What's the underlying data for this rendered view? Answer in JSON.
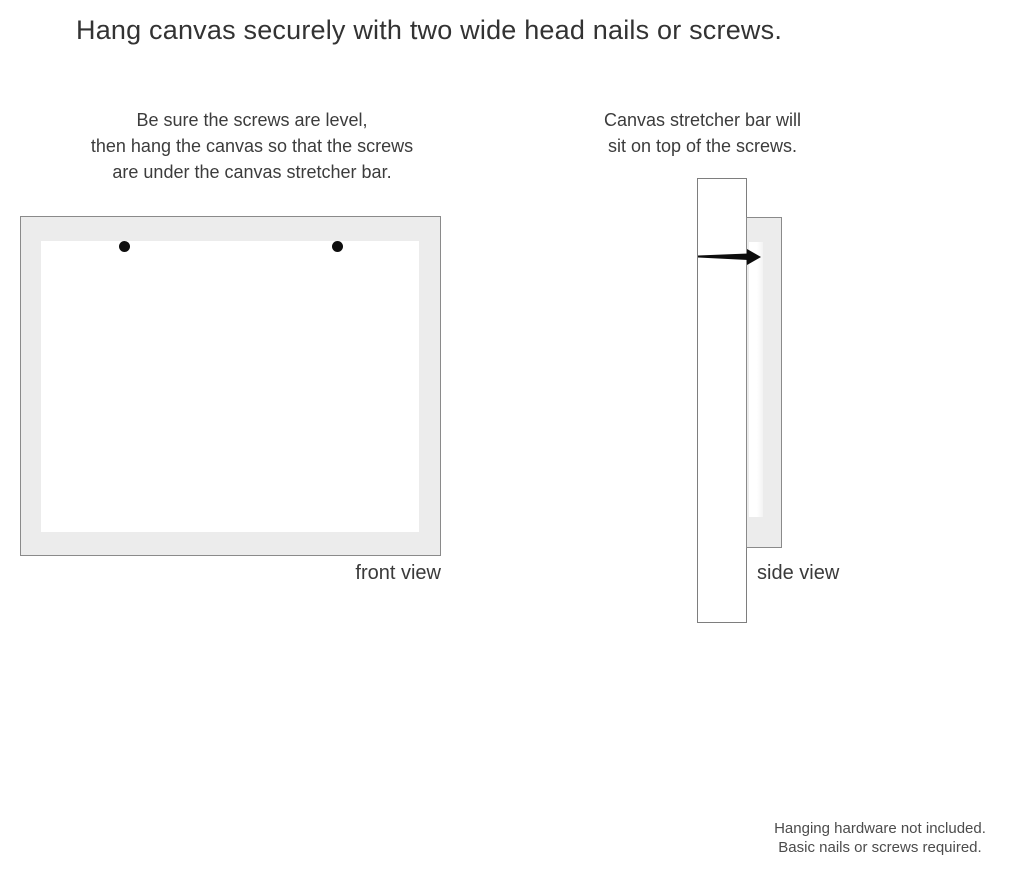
{
  "page": {
    "title": "Hang canvas securely with two wide head nails or screws."
  },
  "instructions": {
    "left": {
      "lines": [
        "Be sure the screws are level,",
        "then hang the canvas so that the screws",
        "are under the canvas stretcher bar."
      ]
    },
    "right": {
      "lines": [
        "Canvas stretcher bar will",
        "sit on top of the screws."
      ]
    }
  },
  "front_view": {
    "label": "front view",
    "screws": 2
  },
  "side_view": {
    "label": "side view"
  },
  "footnote": {
    "lines": [
      "Hanging hardware not included.",
      "Basic nails or screws required."
    ]
  },
  "colors": {
    "canvas_edge_fill": "#ececec",
    "outline": "#8a8a8a",
    "nail_black": "#0d0d0d",
    "text_dark": "#3c3c3c",
    "text_note": "#4c4c4c"
  }
}
